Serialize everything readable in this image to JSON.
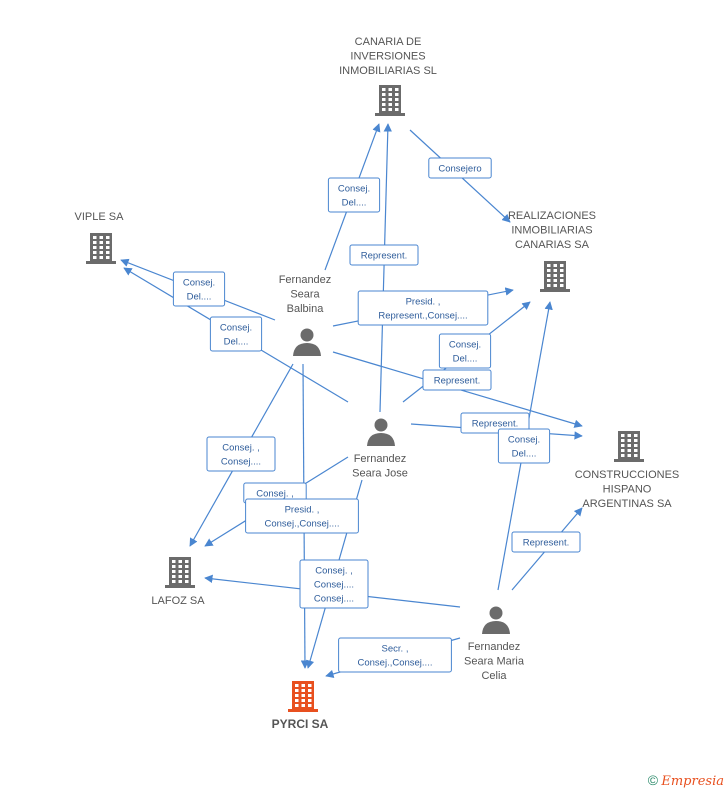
{
  "colors": {
    "edge": "#4a86d0",
    "company": "#6b6b6b",
    "company_focus": "#e8501f",
    "person": "#6b6b6b"
  },
  "nodes": [
    {
      "id": "canaria",
      "type": "company",
      "lines": [
        "CANARIA DE",
        "INVERSIONES",
        "INMOBILIARIAS SL"
      ]
    },
    {
      "id": "viple",
      "type": "company",
      "lines": [
        "VIPLE SA"
      ]
    },
    {
      "id": "realizaciones",
      "type": "company",
      "lines": [
        "REALIZACIONES",
        "INMOBILIARIAS",
        "CANARIAS SA"
      ]
    },
    {
      "id": "construcciones",
      "type": "company",
      "lines": [
        "CONSTRUCCIONES",
        "HISPANO",
        "ARGENTINAS SA"
      ]
    },
    {
      "id": "lafoz",
      "type": "company",
      "lines": [
        "LAFOZ SA"
      ]
    },
    {
      "id": "pyrci",
      "type": "company_focus",
      "lines": [
        "PYRCI SA"
      ]
    },
    {
      "id": "balbina",
      "type": "person",
      "lines": [
        "Fernandez",
        "Seara",
        "Balbina"
      ]
    },
    {
      "id": "jose",
      "type": "person",
      "lines": [
        "Fernandez",
        "Seara Jose"
      ]
    },
    {
      "id": "celia",
      "type": "person",
      "lines": [
        "Fernandez",
        "Seara Maria",
        "Celia"
      ]
    }
  ],
  "edges": [
    {
      "id": "e1",
      "from": "balbina",
      "to": "canaria",
      "label": [
        "Consej.",
        "Del...."
      ]
    },
    {
      "id": "e2",
      "from": "jose",
      "to": "canaria",
      "label": [
        "Represent."
      ]
    },
    {
      "id": "e3",
      "from": "canaria",
      "to": "realizaciones",
      "label": [
        "Consejero"
      ]
    },
    {
      "id": "e4",
      "from": "balbina",
      "to": "viple",
      "label": [
        "Consej.",
        "Del...."
      ]
    },
    {
      "id": "e5",
      "from": "jose",
      "to": "viple",
      "label": [
        "Consej.",
        "Del...."
      ]
    },
    {
      "id": "e6",
      "from": "balbina",
      "to": "realizaciones",
      "label": [
        "Presid. ,",
        "Represent.,Consej...."
      ]
    },
    {
      "id": "e7",
      "from": "jose",
      "to": "realizaciones",
      "label": [
        "Consej.",
        "Del...."
      ]
    },
    {
      "id": "e8",
      "from": "balbina",
      "to": "construcciones",
      "label": [
        "Represent."
      ]
    },
    {
      "id": "e9",
      "from": "jose",
      "to": "construcciones",
      "label": [
        "Represent."
      ]
    },
    {
      "id": "e10",
      "from": "celia",
      "to": "realizaciones",
      "label": [
        "Consej.",
        "Del...."
      ]
    },
    {
      "id": "e11",
      "from": "celia",
      "to": "construcciones",
      "label": [
        "Represent."
      ]
    },
    {
      "id": "e12",
      "from": "balbina",
      "to": "lafoz",
      "label": [
        "Consej. ,",
        "Consej...."
      ]
    },
    {
      "id": "e13",
      "from": "jose",
      "to": "lafoz",
      "label": [
        "Consej. ,"
      ]
    },
    {
      "id": "e14",
      "from": "balbina",
      "to": "pyrci",
      "label": [
        "Presid. ,",
        "Consej.,Consej...."
      ]
    },
    {
      "id": "e15",
      "from": "jose",
      "to": "pyrci",
      "label": [
        "Consej. ,",
        "Consej....",
        "Consej...."
      ]
    },
    {
      "id": "e16",
      "from": "celia",
      "to": "lafoz",
      "label": []
    },
    {
      "id": "e17",
      "from": "celia",
      "to": "pyrci",
      "label": [
        "Secr. ,",
        "Consej.,Consej...."
      ]
    }
  ],
  "footer": {
    "copyright": "©",
    "brand": "Empresia"
  }
}
